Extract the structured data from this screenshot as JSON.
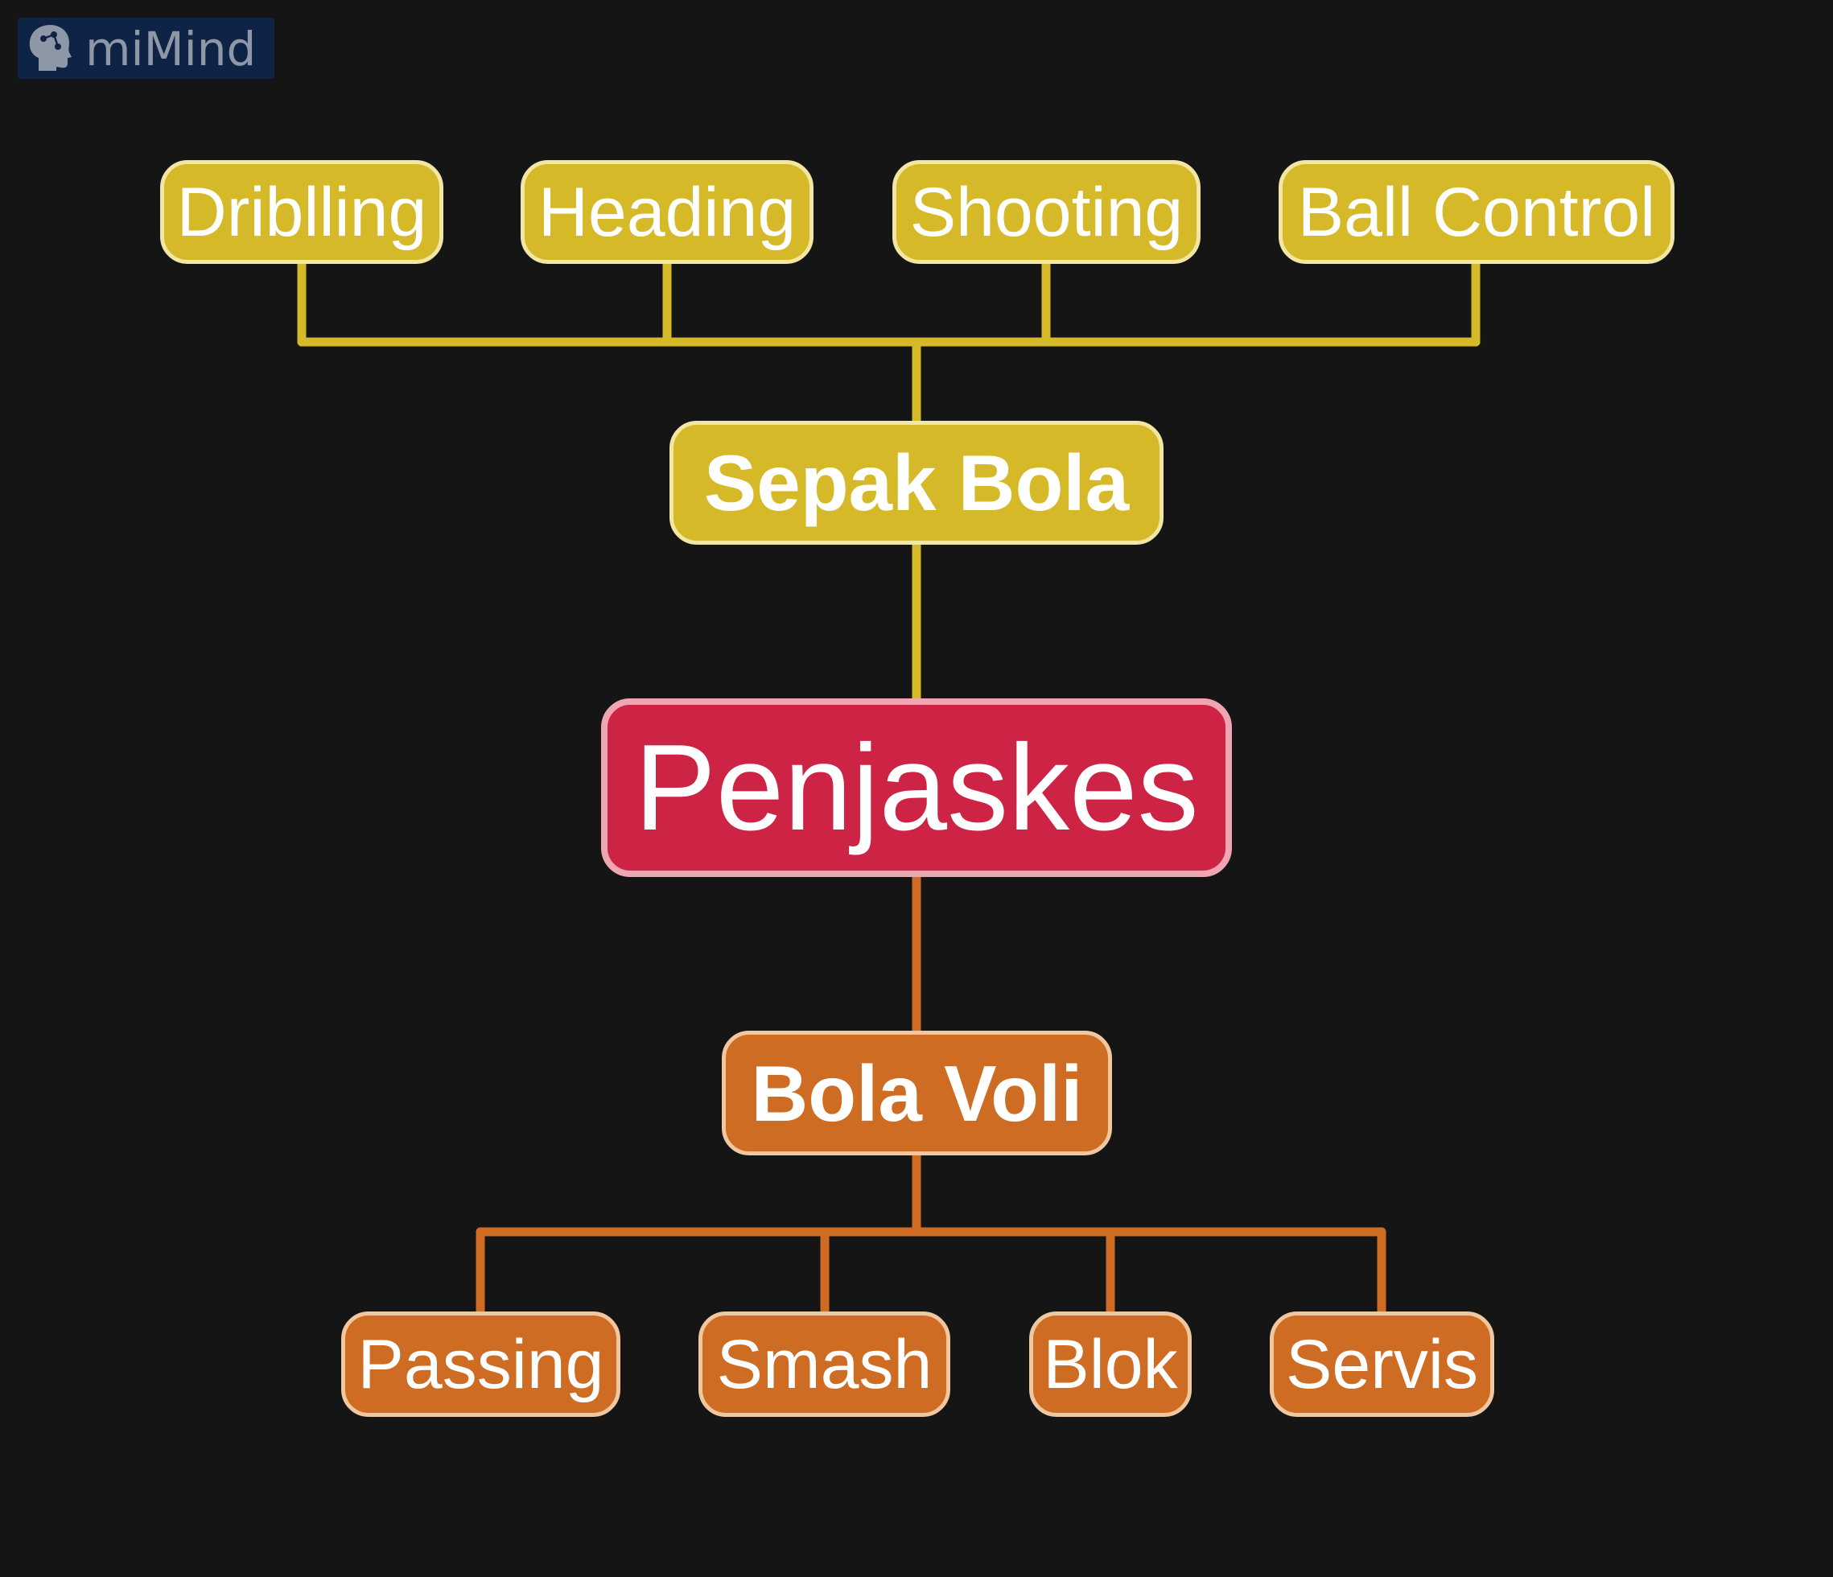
{
  "watermark": {
    "brand": "miMind",
    "icon": "head-brain-icon"
  },
  "colors": {
    "background": "#151515",
    "root_fill": "#cd2345",
    "root_border": "#f0a5b2",
    "sepak_bola_fill": "#d6b928",
    "sepak_bola_border": "#f2e6a5",
    "sepak_bola_line": "#d6b928",
    "bola_voli_fill": "#cd6c22",
    "bola_voli_border": "#f1c79f",
    "bola_voli_line": "#cd6c22"
  },
  "mindmap": {
    "root": {
      "label": "Penjaskes"
    },
    "branches": [
      {
        "label": "Sepak Bola",
        "children": [
          "Driblling",
          "Heading",
          "Shooting",
          "Ball Control"
        ]
      },
      {
        "label": "Bola Voli",
        "children": [
          "Passing",
          "Smash",
          "Blok",
          "Servis"
        ]
      }
    ]
  }
}
